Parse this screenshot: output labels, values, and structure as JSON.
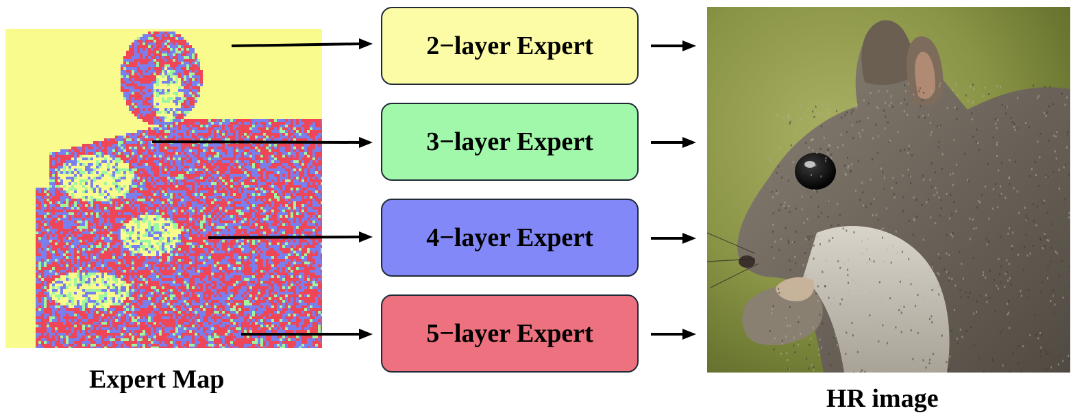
{
  "experts": [
    {
      "label": "2−layer Expert",
      "color": "#fdfca6"
    },
    {
      "label": "3−layer Expert",
      "color": "#a1f8ab"
    },
    {
      "label": "4−layer Expert",
      "color": "#8288f7"
    },
    {
      "label": "5−layer Expert",
      "color": "#ed717e"
    }
  ],
  "captions": {
    "expert_map": "Expert Map",
    "hr_image": "HR image"
  },
  "map_colors": {
    "background": "#f9fc8c",
    "expert3": "#9cf7a0",
    "expert4": "#7a7ff0",
    "expert5": "#ee4656"
  }
}
